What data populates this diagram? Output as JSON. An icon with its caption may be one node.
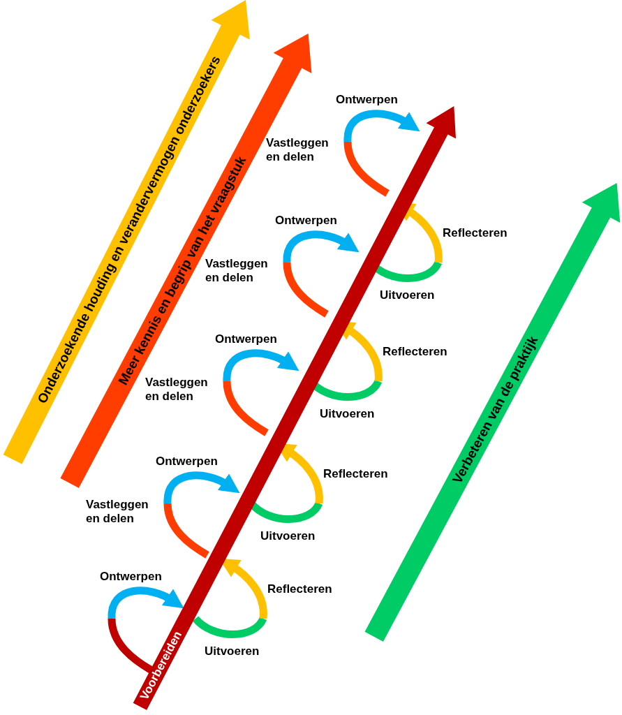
{
  "diagram": {
    "nodes": [
      {
        "text": [
          "Onderzoekende houding en verandervermogen onderzoekers"
        ]
      },
      {
        "text": [
          "Meer kennis en begrip van het vraagstuk"
        ]
      },
      {
        "text": [
          "Voorbereiden"
        ]
      },
      {
        "text": [
          "Verbeteren van de praktijk"
        ]
      }
    ],
    "labels": [
      "Ontwerpen",
      "Vastleggen en delen",
      "Ontwerpen",
      "Reflecteren",
      "Vastleggen en delen",
      "Uitvoeren",
      "Ontwerpen",
      "Reflecteren",
      "Vastleggen en delen",
      "Uitvoeren",
      "Ontwerpen",
      "Reflecteren",
      "Vastleggen en delen",
      "Uitvoeren",
      "Ontwerpen",
      "Reflecteren",
      "Uitvoeren"
    ]
  }
}
